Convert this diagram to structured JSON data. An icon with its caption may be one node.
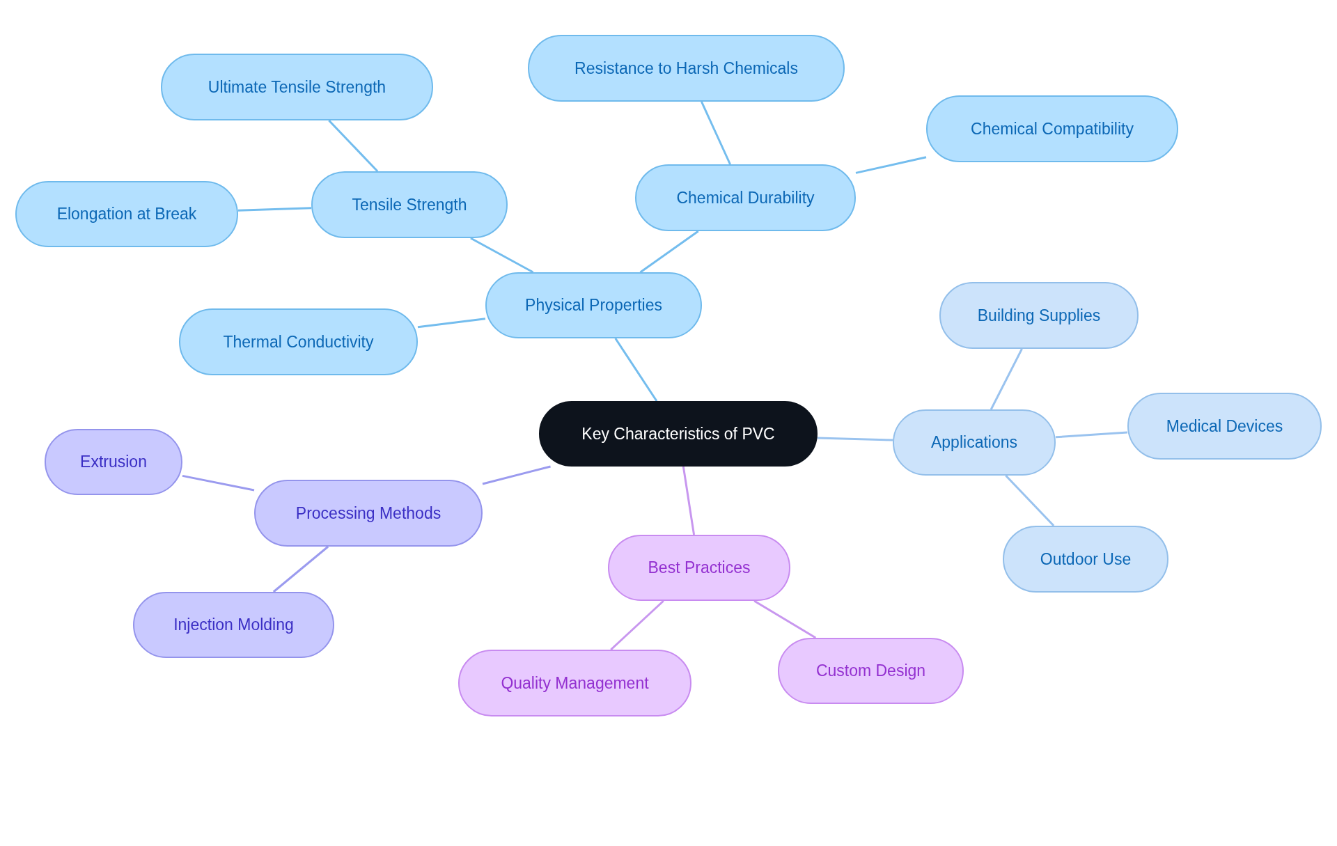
{
  "diagram": {
    "nodes": [
      {
        "text": [
          "Key Characteristics of PVC"
        ]
      },
      {
        "text": [
          "Physical Properties"
        ]
      },
      {
        "text": [
          "Tensile Strength"
        ]
      },
      {
        "text": [
          "Ultimate Tensile Strength"
        ]
      },
      {
        "text": [
          "Elongation at Break"
        ]
      },
      {
        "text": [
          "Chemical Durability"
        ]
      },
      {
        "text": [
          "Resistance to Harsh Chemicals"
        ]
      },
      {
        "text": [
          "Chemical Compatibility"
        ]
      },
      {
        "text": [
          "Thermal Conductivity"
        ]
      },
      {
        "text": [
          "Applications"
        ]
      },
      {
        "text": [
          "Building Supplies"
        ]
      },
      {
        "text": [
          "Medical Devices"
        ]
      },
      {
        "text": [
          "Outdoor Use"
        ]
      },
      {
        "text": [
          "Processing Methods"
        ]
      },
      {
        "text": [
          "Extrusion"
        ]
      },
      {
        "text": [
          "Injection Molding"
        ]
      },
      {
        "text": [
          "Best Practices"
        ]
      },
      {
        "text": [
          "Quality Management"
        ]
      },
      {
        "text": [
          "Custom Design"
        ]
      }
    ],
    "edges": [
      {
        "from": 0,
        "to": 1,
        "arrow": "none"
      },
      {
        "from": 1,
        "to": 2,
        "arrow": "none"
      },
      {
        "from": 2,
        "to": 3,
        "arrow": "none"
      },
      {
        "from": 2,
        "to": 4,
        "arrow": "none"
      },
      {
        "from": 1,
        "to": 5,
        "arrow": "none"
      },
      {
        "from": 5,
        "to": 6,
        "arrow": "none"
      },
      {
        "from": 5,
        "to": 7,
        "arrow": "none"
      },
      {
        "from": 1,
        "to": 8,
        "arrow": "none"
      },
      {
        "from": 0,
        "to": 9,
        "arrow": "none",
        "color": "#9ac3ef"
      },
      {
        "from": 9,
        "to": 10,
        "arrow": "none",
        "color": "#9ac3ef"
      },
      {
        "from": 9,
        "to": 11,
        "arrow": "none",
        "color": "#9ac3ef"
      },
      {
        "from": 9,
        "to": 12,
        "arrow": "none",
        "color": "#9ac3ef"
      },
      {
        "from": 0,
        "to": 13,
        "arrow": "none",
        "color": "#9b9bef"
      },
      {
        "from": 13,
        "to": 14,
        "arrow": "none",
        "color": "#9b9bef"
      },
      {
        "from": 13,
        "to": 15,
        "arrow": "none",
        "color": "#9b9bef"
      },
      {
        "from": 0,
        "to": 16,
        "arrow": "none",
        "color": "#c897ef"
      },
      {
        "from": 16,
        "to": 17,
        "arrow": "none",
        "color": "#c897ef"
      },
      {
        "from": 16,
        "to": 18,
        "arrow": "none",
        "color": "#c897ef"
      }
    ]
  }
}
